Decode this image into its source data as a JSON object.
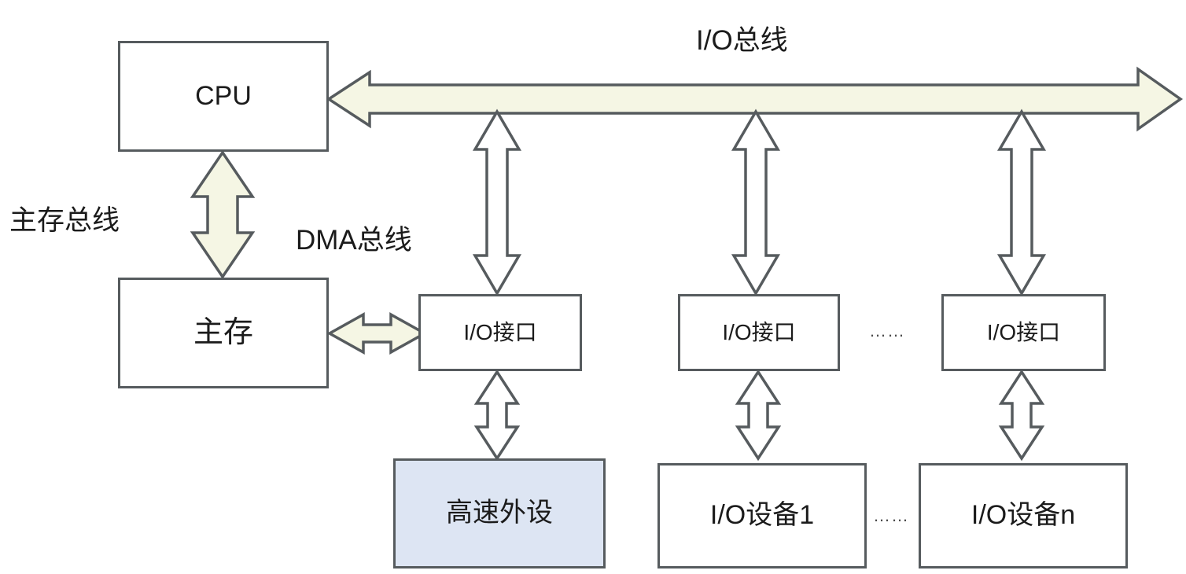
{
  "diagram": {
    "title": "DMA I/O system block diagram",
    "colors": {
      "box_stroke": "#565b5e",
      "bus_fill": "#f5f6e4",
      "connector_fill": "#ffffff",
      "highlight_box_fill": "#dde5f3",
      "text": "#1b1b1b",
      "background": "#ffffff"
    },
    "nodes": {
      "cpu": {
        "label": "CPU"
      },
      "main_memory": {
        "label": "主存"
      },
      "io_interface_1": {
        "label": "I/O接口"
      },
      "io_interface_2": {
        "label": "I/O接口"
      },
      "io_interface_n": {
        "label": "I/O接口"
      },
      "high_speed_peripheral": {
        "label": "高速外设"
      },
      "io_device_1": {
        "label": "I/O设备1"
      },
      "io_device_n": {
        "label": "I/O设备n"
      }
    },
    "bus_labels": {
      "io_bus": "I/O总线",
      "memory_bus": "主存总线",
      "dma_bus": "DMA总线"
    },
    "ellipses": {
      "interface_row": "……",
      "device_row": "……"
    }
  }
}
